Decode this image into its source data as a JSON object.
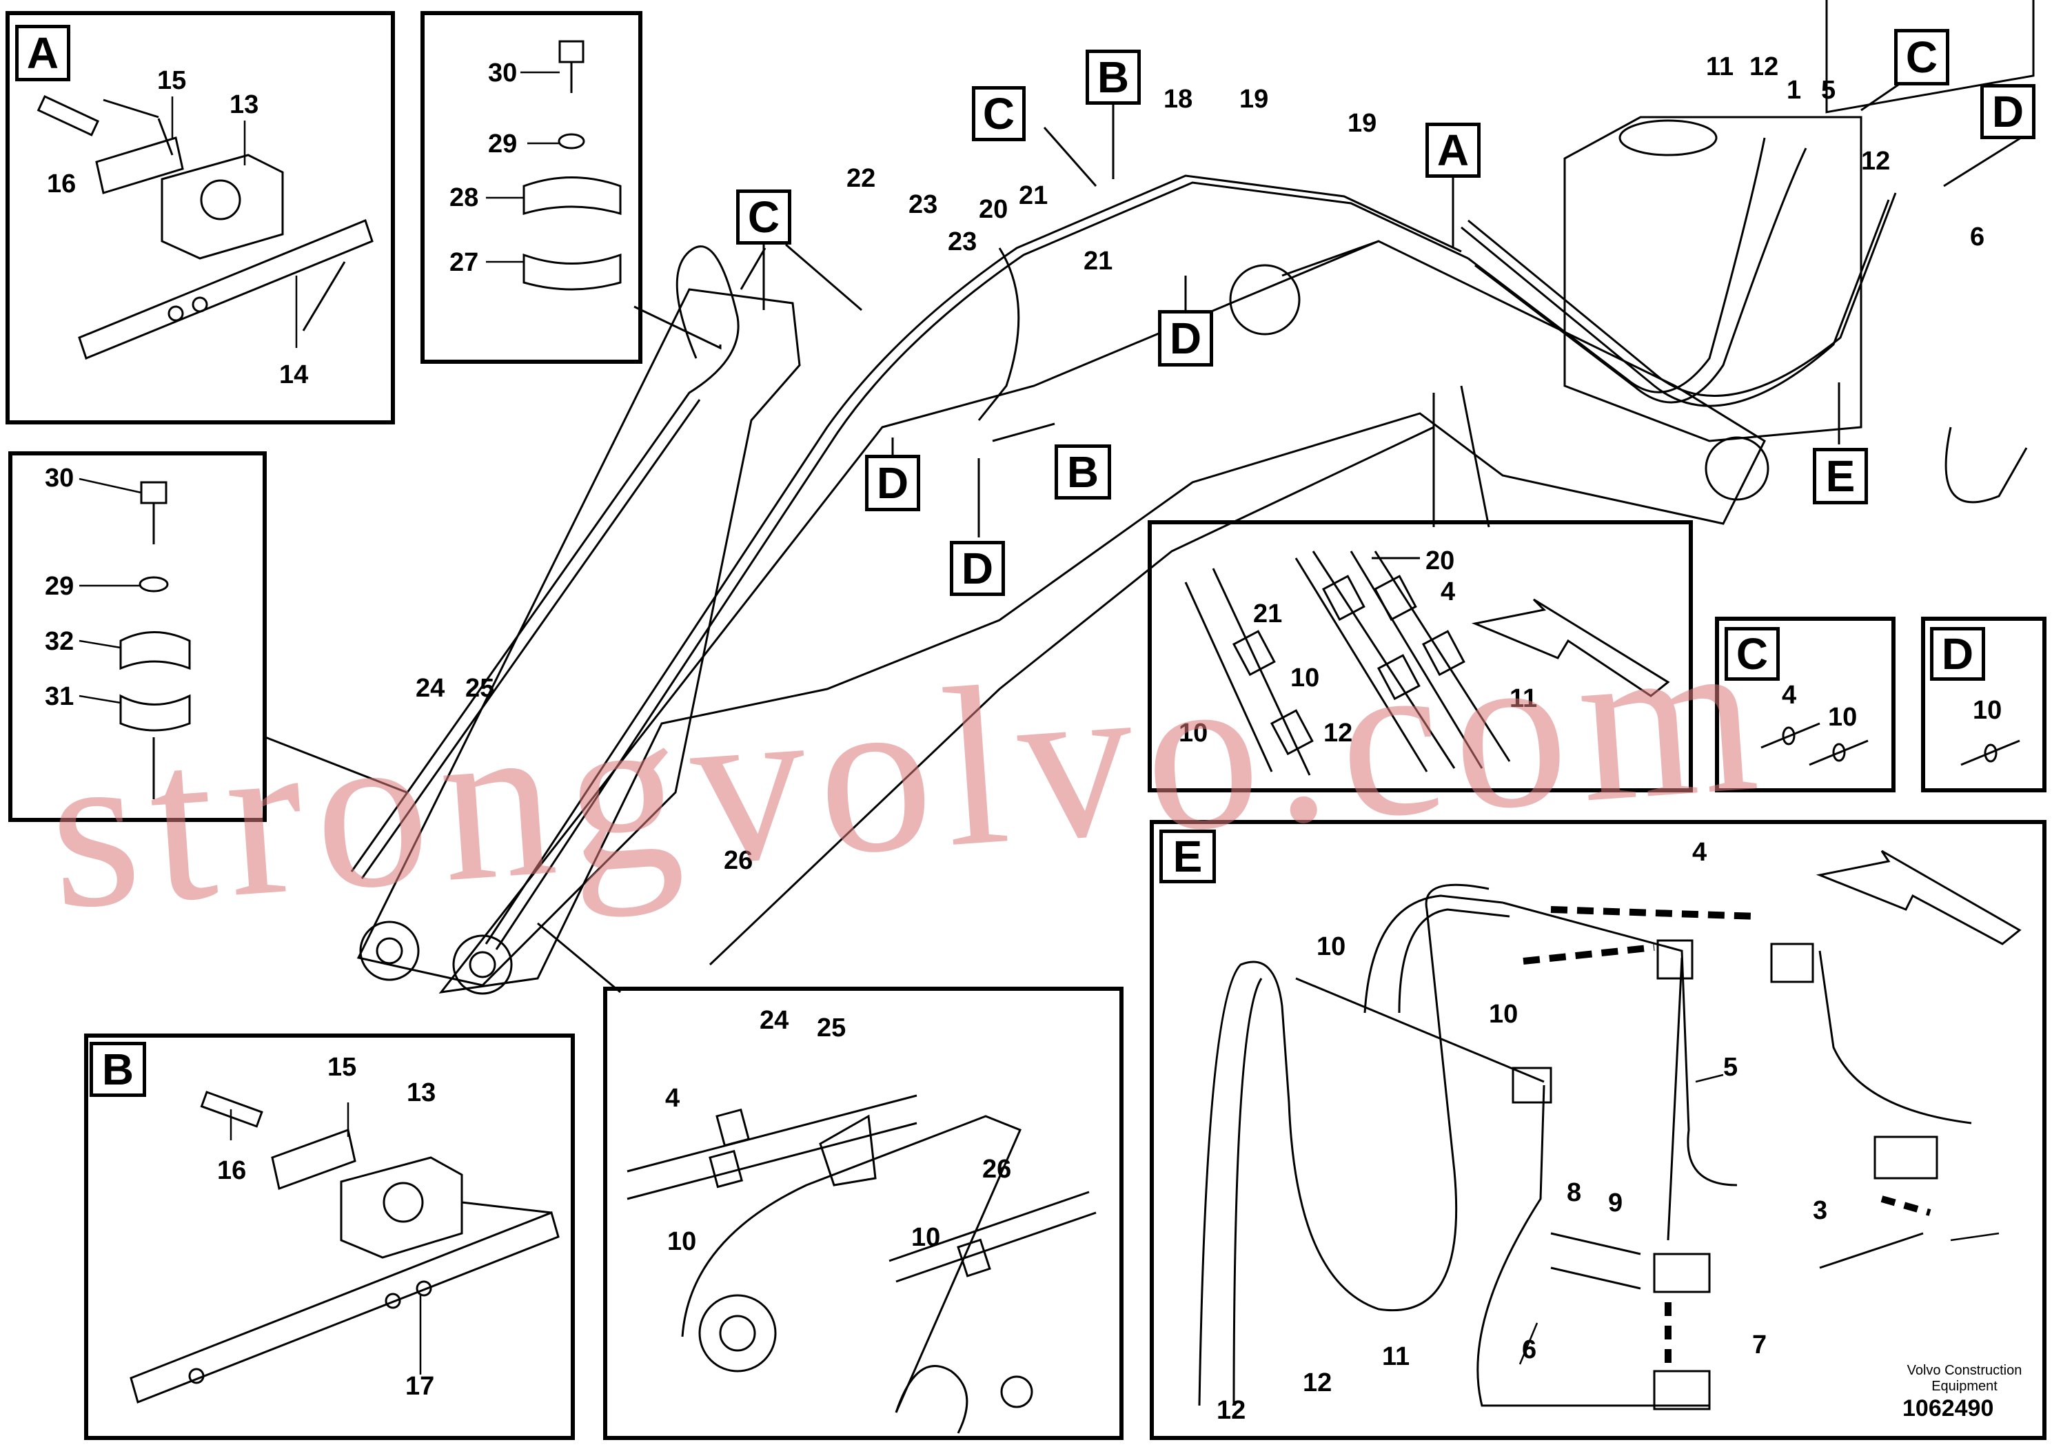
{
  "views": {
    "A": "A",
    "B": "B",
    "C": "C",
    "D": "D",
    "E": "E"
  },
  "detail_A": {
    "labels": [
      "16",
      "15",
      "13",
      "14"
    ]
  },
  "detail_clamp_top": {
    "labels": [
      "30",
      "29",
      "28",
      "27"
    ]
  },
  "detail_clamp_left": {
    "labels": [
      "30",
      "29",
      "32",
      "31"
    ]
  },
  "detail_B": {
    "labels": [
      "15",
      "16",
      "13",
      "17"
    ]
  },
  "detail_A_inset": {
    "labels": [
      "20",
      "21",
      "4",
      "10",
      "10",
      "12",
      "11"
    ]
  },
  "detail_C": {
    "labels": [
      "4",
      "10"
    ]
  },
  "detail_D": {
    "labels": [
      "10"
    ]
  },
  "detail_E": {
    "labels": [
      "4",
      "10",
      "10",
      "5",
      "8",
      "9",
      "3",
      "6",
      "7",
      "12",
      "11",
      "12"
    ]
  },
  "detail_arm_inset": {
    "labels": [
      "24",
      "25",
      "4",
      "10",
      "26",
      "10"
    ]
  },
  "main": {
    "labels": [
      "22",
      "23",
      "20",
      "21",
      "23",
      "21",
      "18",
      "19",
      "19",
      "11",
      "12",
      "1",
      "5",
      "12",
      "6",
      "24",
      "25",
      "26"
    ],
    "callouts": [
      "C",
      "C",
      "B",
      "B",
      "D",
      "D",
      "D",
      "A",
      "C",
      "D",
      "E"
    ]
  },
  "watermark": "strongvolvo.com",
  "credit": {
    "line1": "Volvo Construction",
    "line2": "Equipment"
  },
  "doc_number": "1062490"
}
